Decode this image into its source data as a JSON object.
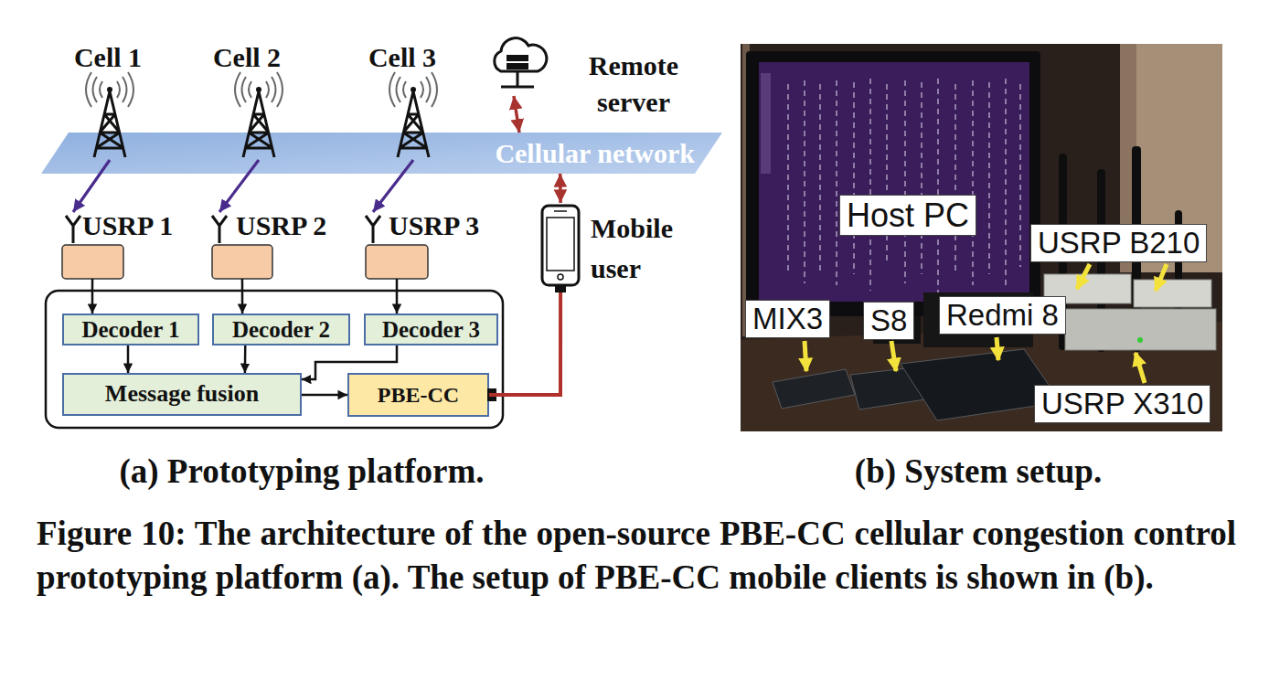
{
  "diagram": {
    "caption": "Figure 10: The architecture of the open-source PBE-CC cellular congestion control prototyping platform (a). The setup of PBE-CC mobile clients is shown in (b).",
    "nodes": [
      {
        "text": [
          "Cell 1"
        ]
      },
      {
        "text": [
          "Cell 2"
        ]
      },
      {
        "text": [
          "Cell 3"
        ]
      },
      {
        "text": [
          "Remote server"
        ]
      },
      {
        "text": [
          "Cellular network"
        ]
      },
      {
        "text": [
          "USRP 1"
        ]
      },
      {
        "text": [
          "USRP 2"
        ]
      },
      {
        "text": [
          "USRP 3"
        ]
      },
      {
        "text": [
          "Mobile user"
        ]
      },
      {
        "text": [
          "Decoder 1"
        ]
      },
      {
        "text": [
          "Decoder 2"
        ]
      },
      {
        "text": [
          "Decoder 3"
        ]
      },
      {
        "text": [
          "Message fusion"
        ]
      },
      {
        "text": [
          "PBE-CC"
        ]
      }
    ],
    "edges": [
      {
        "from": 0,
        "to": 5,
        "arrow": "to"
      },
      {
        "from": 1,
        "to": 6,
        "arrow": "to"
      },
      {
        "from": 2,
        "to": 7,
        "arrow": "to"
      },
      {
        "from": 3,
        "to": 4,
        "arrow": "both"
      },
      {
        "from": 4,
        "to": 8,
        "arrow": "both"
      },
      {
        "from": 5,
        "to": 9,
        "arrow": "to"
      },
      {
        "from": 6,
        "to": 10,
        "arrow": "to"
      },
      {
        "from": 7,
        "to": 11,
        "arrow": "to"
      },
      {
        "from": 9,
        "to": 12,
        "arrow": "to"
      },
      {
        "from": 10,
        "to": 12,
        "arrow": "to"
      },
      {
        "from": 11,
        "to": 12,
        "arrow": "to"
      },
      {
        "from": 12,
        "to": 13,
        "arrow": "to"
      },
      {
        "from": 13,
        "to": 8,
        "arrow": "none"
      }
    ],
    "labels": [
      "Host PC",
      "USRP B210",
      "MIX3",
      "S8",
      "Redmi 8",
      "USRP X310",
      "(a) Prototyping platform.",
      "(b) System setup."
    ]
  }
}
